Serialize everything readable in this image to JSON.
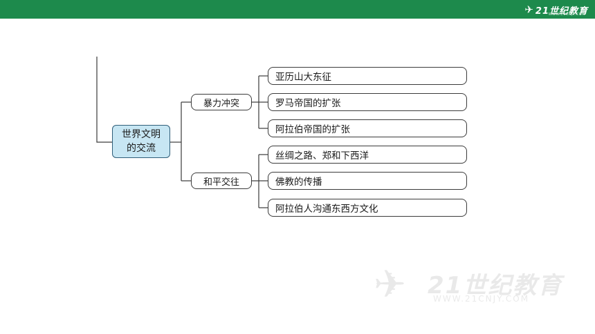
{
  "header": {
    "logo_mark": "✈",
    "logo_text": "21世纪教育",
    "logo_url": "WWW.21CNJY.COM"
  },
  "diagram": {
    "root": "世界文明的交流",
    "branches": [
      {
        "label": "暴力冲突",
        "leaves": [
          "亚历山大东征",
          "罗马帝国的扩张",
          "阿拉伯帝国的扩张"
        ]
      },
      {
        "label": "和平交往",
        "leaves": [
          "丝绸之路、郑和下西洋",
          "佛教的传播",
          "阿拉伯人沟通东西方文化"
        ]
      }
    ]
  },
  "watermark": {
    "logo_text": "21世纪教育",
    "url": "WWW.21CNJY.COM"
  },
  "colors": {
    "header_bg": "#1d8a4c",
    "root_fill": "#c7e6f3",
    "line": "#3a3a3a"
  }
}
